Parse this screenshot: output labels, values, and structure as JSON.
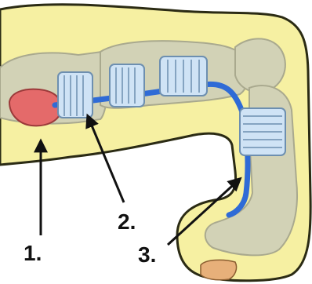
{
  "labels": [
    {
      "id": "1",
      "text": "1."
    },
    {
      "id": "2",
      "text": "2."
    },
    {
      "id": "3",
      "text": "3."
    }
  ],
  "colors": {
    "skin": "#f6f0a2",
    "skin_outline": "#2b2b14",
    "bone": "#d2d2b6",
    "bone_shade": "#a9a98e",
    "sheath": "#cfe3f5",
    "sheath_line": "#6d8fb0",
    "tendon": "#2f6bd6",
    "muscle": "#e46a6a",
    "nail": "#e7b07a",
    "arrow": "#111111"
  }
}
